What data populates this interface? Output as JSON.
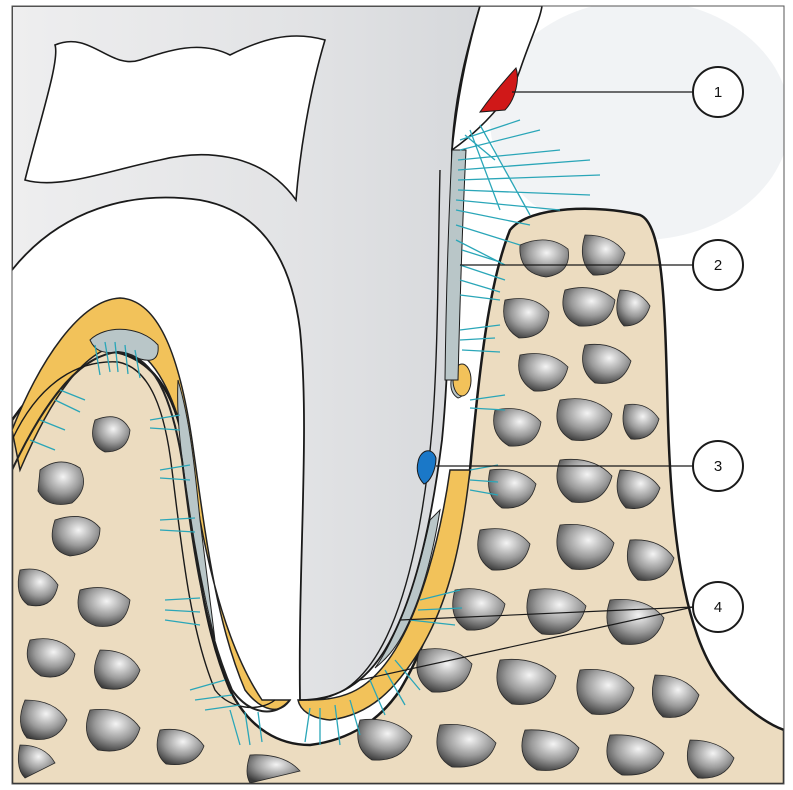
{
  "callouts": [
    {
      "label": "1"
    },
    {
      "label": "2"
    },
    {
      "label": "3"
    },
    {
      "label": "4"
    }
  ],
  "colors": {
    "bone": "#ecdcc0",
    "bone_outline": "#1a1a1a",
    "cementum": "#f2c25a",
    "cementum_gray": "#b9c6c8",
    "fibers": "#2aa6b8",
    "tooth": "#e6e7e9",
    "red_mark": "#d01818",
    "blue_mark": "#1a78c8"
  }
}
